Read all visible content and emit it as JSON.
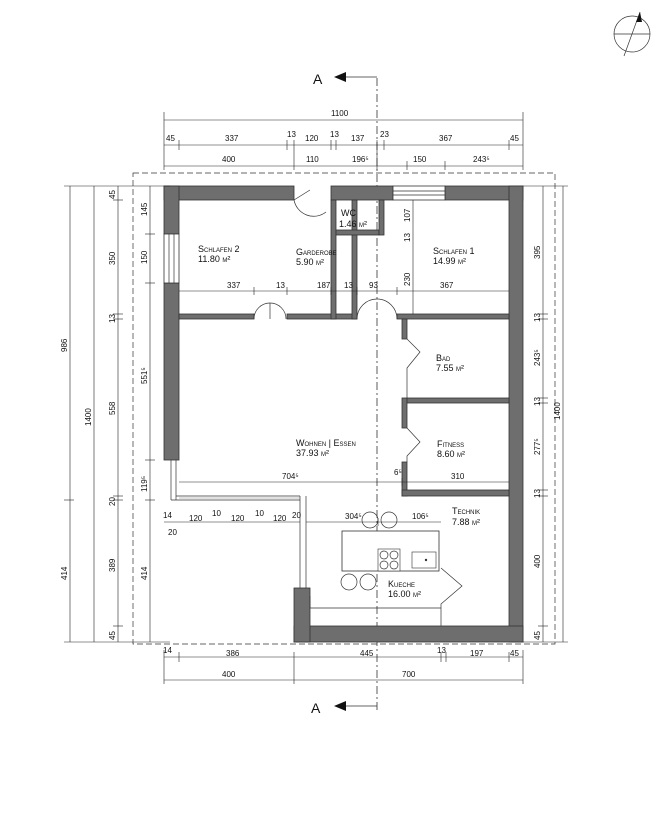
{
  "section": {
    "label": "A"
  },
  "top_dims": {
    "overall": "1100",
    "row1": [
      "45",
      "337",
      "13",
      "120",
      "13",
      "137",
      "23",
      "367",
      "45"
    ],
    "row2": [
      "400",
      "110",
      "196⁵",
      "150",
      "243⁵"
    ]
  },
  "bottom_dims": {
    "row1": [
      "14",
      "386",
      "445",
      "13",
      "197",
      "45"
    ],
    "row2": [
      "400",
      "700"
    ]
  },
  "left_dims": {
    "col_outer": [
      "986",
      "414"
    ],
    "col_mid": [
      "1400"
    ],
    "col_inner": [
      "45",
      "350",
      "13",
      "558",
      "20",
      "389",
      "45"
    ],
    "col_wall": [
      "145",
      "150",
      "551⁵",
      "119⁵",
      "414"
    ]
  },
  "right_dims": {
    "col_inner": [
      "395",
      "13",
      "243⁵",
      "13",
      "277⁵",
      "13",
      "400",
      "45"
    ],
    "col_outer": [
      "1400"
    ]
  },
  "interior_dims": {
    "upper_row": [
      "337",
      "13",
      "187",
      "13",
      "93",
      "367"
    ],
    "wc_107": "107",
    "wc_13": "13",
    "v230": "230",
    "wohnen_row": [
      "704⁵",
      "6⁵",
      "310"
    ],
    "terrace_row": [
      "14",
      "120",
      "10",
      "120",
      "10",
      "120",
      "20"
    ],
    "terrace_20": "20",
    "kitchen_row": [
      "304⁵",
      "106⁵"
    ]
  },
  "rooms": [
    {
      "name": "Schlafen 2",
      "area": "11.80 m²"
    },
    {
      "name": "Garderobe",
      "area": "5.90 m²"
    },
    {
      "name": "WC",
      "area": "1.46 m²"
    },
    {
      "name": "Schlafen 1",
      "area": "14.99 m²"
    },
    {
      "name": "Bad",
      "area": "7.55 m²"
    },
    {
      "name": "Fitness",
      "area": "8.60 m²"
    },
    {
      "name": "Wohnen | Essen",
      "area": "37.93 m²"
    },
    {
      "name": "Technik",
      "area": "7.88 m²"
    },
    {
      "name": "Kueche",
      "area": "16.00 m²"
    }
  ]
}
